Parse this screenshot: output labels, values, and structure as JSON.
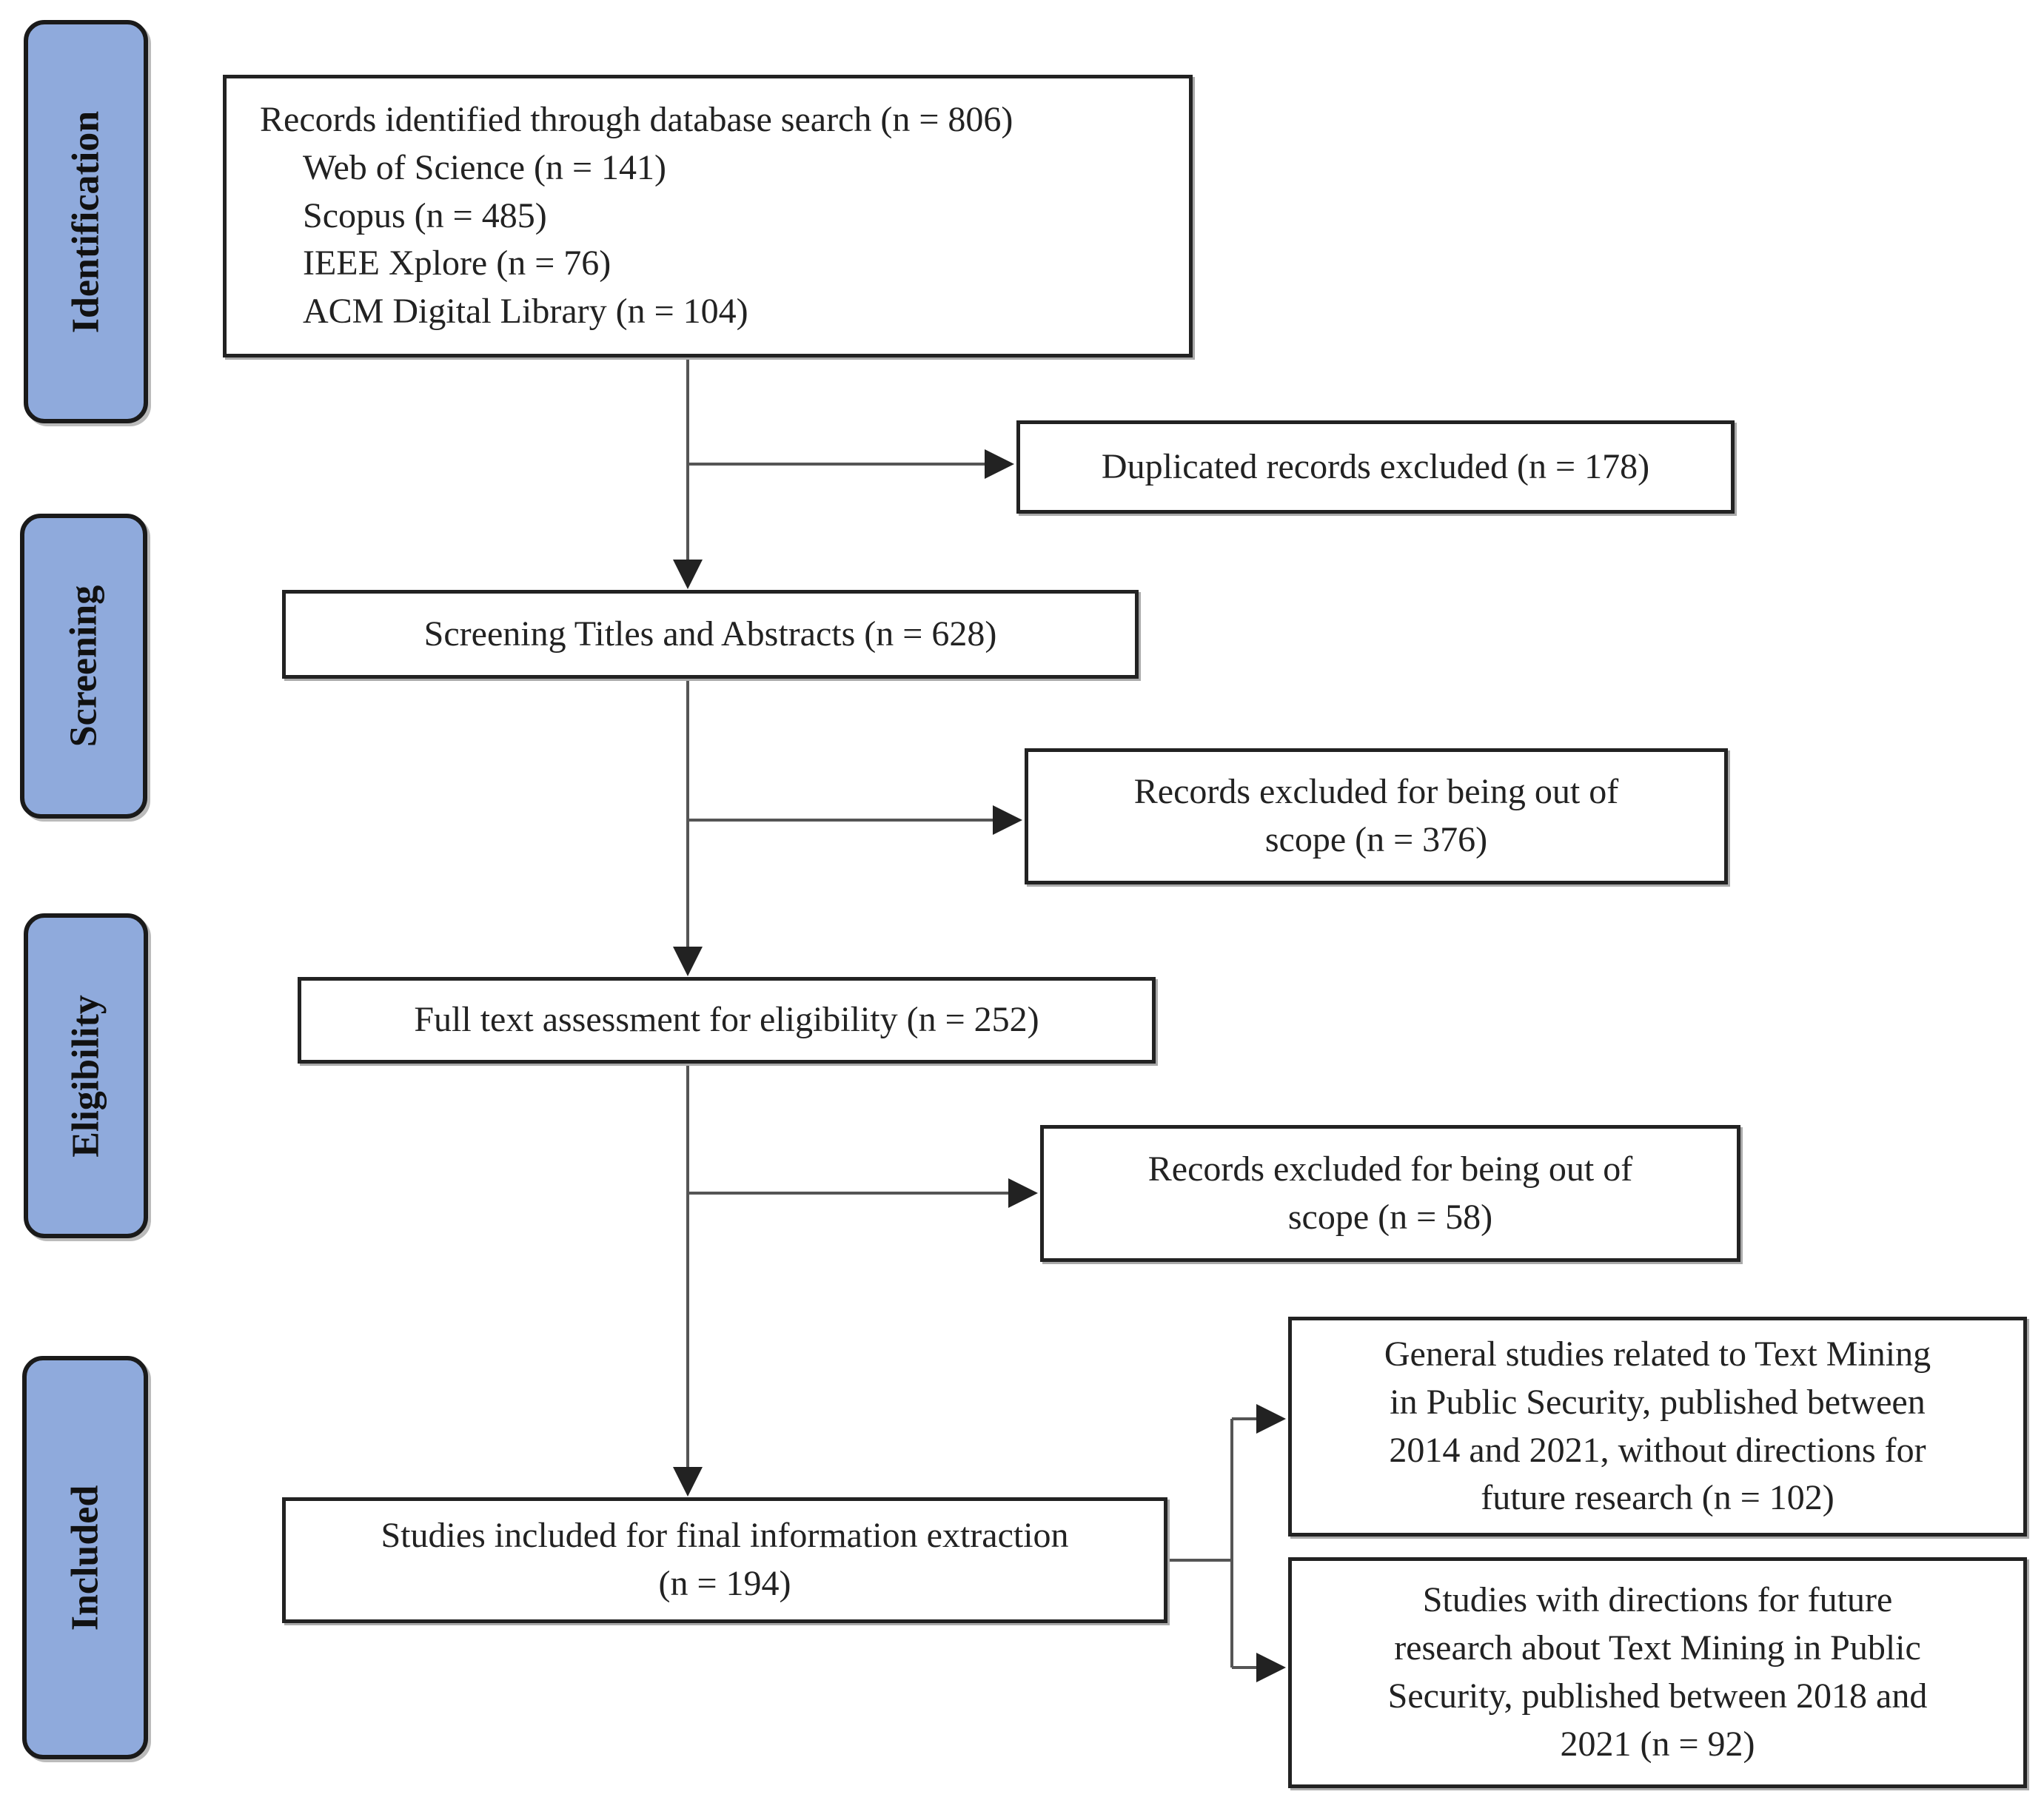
{
  "stages": [
    "Identification",
    "Screening",
    "Eligibility",
    "Included"
  ],
  "colors": {
    "stage_fill": "#8faadc",
    "border": "#222222"
  },
  "boxes": {
    "identified": {
      "title": "Records identified through database search (n = 806)",
      "sources": [
        "Web of Science (n = 141)",
        "Scopus (n = 485)",
        "IEEE Xplore (n = 76)",
        "ACM Digital Library (n = 104)"
      ]
    },
    "duplicates": "Duplicated records excluded (n = 178)",
    "screening": "Screening Titles and Abstracts (n = 628)",
    "excluded_scope_1": [
      "Records excluded for being out of",
      "scope (n = 376)"
    ],
    "fulltext": "Full text assessment for eligibility (n = 252)",
    "excluded_scope_2": [
      "Records excluded for being out of",
      "scope (n = 58)"
    ],
    "included": [
      "Studies included for final information extraction",
      "(n = 194)"
    ],
    "general": [
      "General studies related to Text Mining",
      "in Public Security, published between",
      "2014 and 2021, without directions for",
      "future research (n = 102)"
    ],
    "future": [
      "Studies with directions for future",
      "research about Text Mining in Public",
      "Security, published between 2018 and",
      "2021 (n = 92)"
    ]
  }
}
